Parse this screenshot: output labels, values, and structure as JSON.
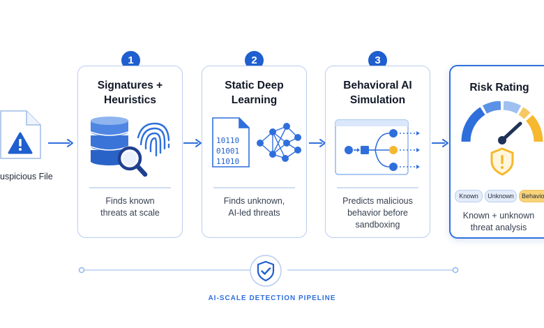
{
  "input": {
    "label": "uspicious File"
  },
  "steps": [
    {
      "number": "1",
      "title_line1": "Signatures +",
      "title_line2": "Heuristics",
      "desc_line1": "Finds known",
      "desc_line2": "threats at scale",
      "desc_line3": ""
    },
    {
      "number": "2",
      "title_line1": "Static Deep",
      "title_line2": "Learning",
      "desc_line1": "Finds unknown,",
      "desc_line2": "AI-led threats",
      "desc_line3": "",
      "binary": [
        "10110",
        "01001",
        "11010"
      ]
    },
    {
      "number": "3",
      "title_line1": "Behavioral AI",
      "title_line2": "Simulation",
      "desc_line1": "Predicts malicious",
      "desc_line2": "behavior before",
      "desc_line3": "sandboxing"
    }
  ],
  "risk": {
    "title": "Risk Rating",
    "pills": [
      "Known",
      "Unknown",
      "Behavio"
    ],
    "desc_line1": "Known + unknown",
    "desc_line2": "threat analysis"
  },
  "pipeline": {
    "label": "AI-SCALE DETECTION PIPELINE"
  },
  "colors": {
    "primary": "#1f5fcf",
    "accent": "#2f6fdc",
    "light_blue": "#8fb5ee",
    "yellow": "#f5b82e",
    "card_border": "#b9cdee"
  }
}
